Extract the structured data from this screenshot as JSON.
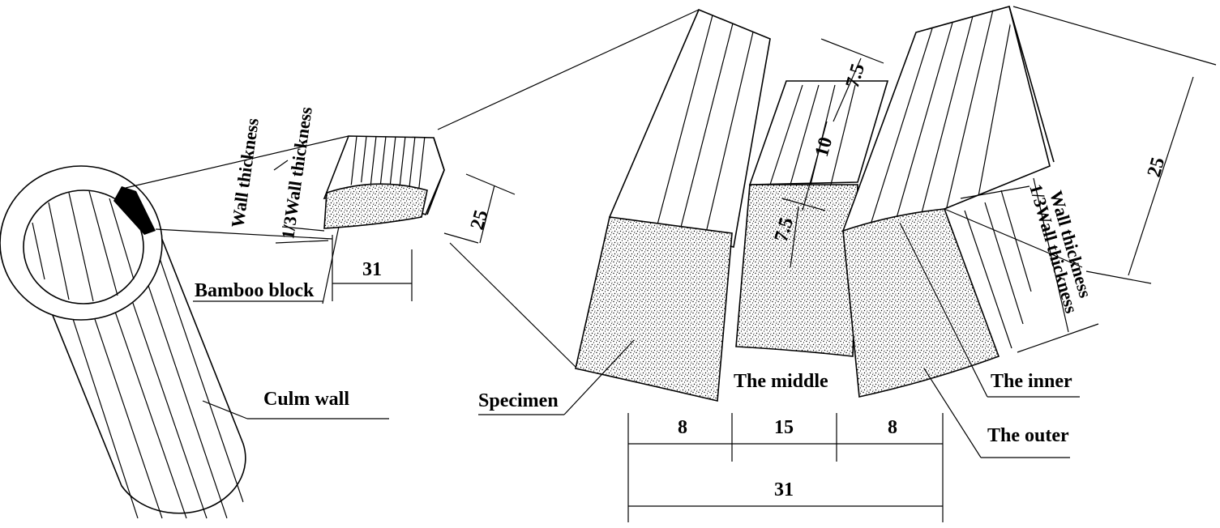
{
  "labels": {
    "wall_thickness_left": "Wall thickness",
    "third_wall_thickness_left": "1/3Wall thickness",
    "bamboo_block": "Bamboo block",
    "culm_wall": "Culm wall",
    "specimen": "Specimen",
    "the_middle": "The middle",
    "the_inner": "The inner",
    "the_outer": "The outer",
    "wall_thickness_right": "Wall thickness",
    "third_wall_thickness_right": "1/3Wall thickness"
  },
  "dimensions": {
    "block_width": "31",
    "block_height": "25",
    "outer_width": "8",
    "middle_width": "15",
    "inner_width": "8",
    "total_width": "31",
    "right_height": "25",
    "dim_7_5_top": "7.5",
    "dim_10": "10",
    "dim_7_5_mid": "7.5"
  },
  "colors": {
    "line": "#000000",
    "background": "#ffffff",
    "stipple": "#000000"
  }
}
